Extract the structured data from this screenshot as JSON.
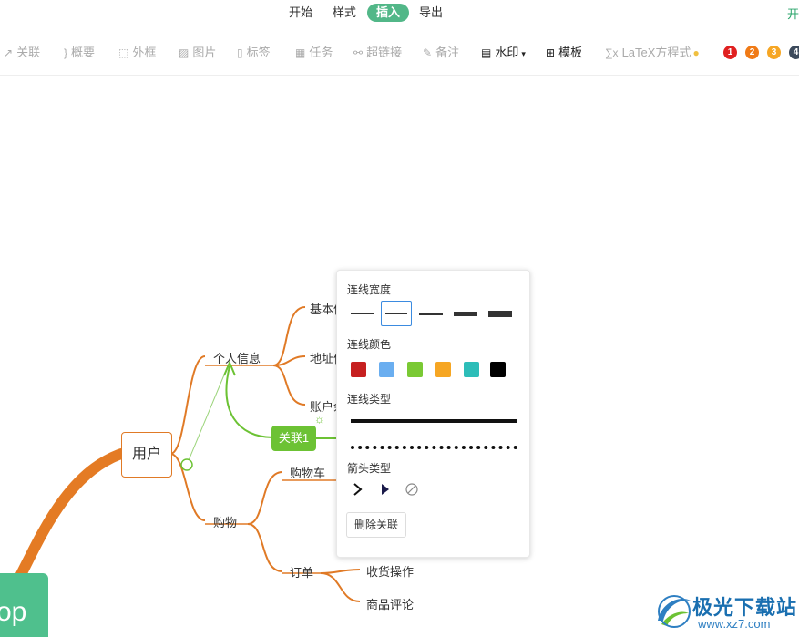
{
  "menu": {
    "tabs": [
      "开始",
      "样式",
      "插入",
      "导出"
    ],
    "active_tab": "插入",
    "right_text": "开"
  },
  "toolbar": {
    "items": [
      "关联",
      "概要",
      "外框",
      "图片",
      "标签",
      "任务",
      "超链接",
      "备注",
      "水印",
      "模板",
      "LaTeX方程式"
    ],
    "badges": [
      "1",
      "2",
      "3",
      "4"
    ]
  },
  "mindmap": {
    "app_node": "op",
    "root": "用户",
    "personal_info": "个人信息",
    "basic_info": "基本信",
    "address_info": "地址信",
    "account": "账户余",
    "shopping": "购物",
    "cart": "购物车",
    "order": "订单",
    "receive": "收货操作",
    "review": "商品评论",
    "association_label": "关联1"
  },
  "panel": {
    "width_title": "连线宽度",
    "color_title": "连线颜色",
    "type_title": "连线类型",
    "arrow_title": "箭头类型",
    "delete_button": "删除关联",
    "colors": [
      "#c62020",
      "#6aaef0",
      "#7ac934",
      "#f6a623",
      "#2dbdb8",
      "#000000"
    ]
  },
  "watermark": {
    "title": "极光下载站",
    "url": "www.xz7.com"
  }
}
